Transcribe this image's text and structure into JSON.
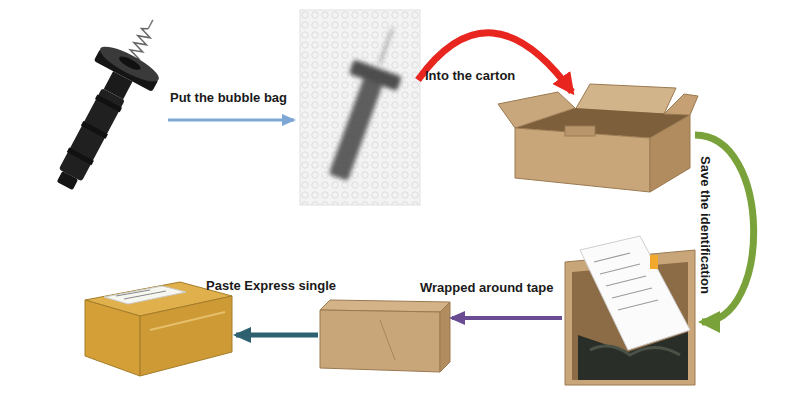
{
  "diagram": {
    "labels": [
      "Put the bubble bag",
      "Into the carton",
      "Save the identification",
      "Wrapped around tape",
      "Paste Express single"
    ]
  }
}
